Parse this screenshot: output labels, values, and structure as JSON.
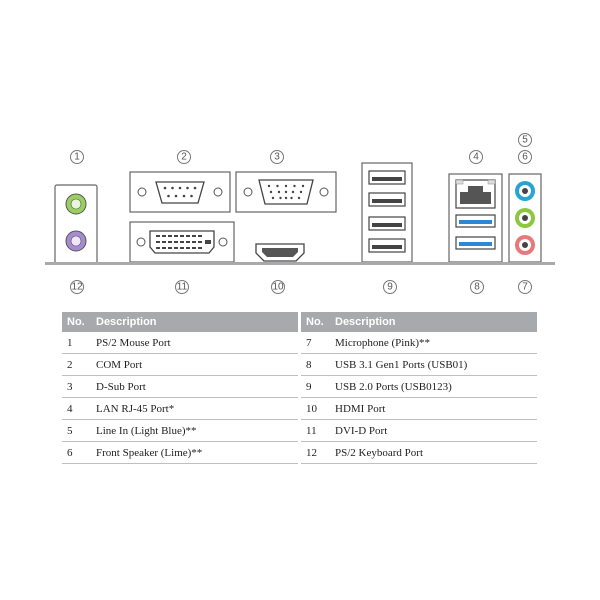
{
  "diagram": {
    "callouts_top": [
      "1",
      "2",
      "3",
      "4",
      "5",
      "6"
    ],
    "callouts_bottom": [
      "12",
      "11",
      "10",
      "9",
      "8",
      "7"
    ],
    "colors": {
      "panel_line": "#a7a9ac",
      "audio_line_in": "#29a3d6",
      "audio_speaker": "#8dc63f",
      "audio_mic": "#e7797a",
      "ps2_mouse": "#9bcf5f",
      "ps2_keyboard": "#a68bd0",
      "usb31": "#2e86d6"
    }
  },
  "table": {
    "headers": {
      "no": "No.",
      "description": "Description"
    },
    "left": [
      {
        "no": "1",
        "desc": "PS/2 Mouse Port"
      },
      {
        "no": "2",
        "desc": "COM Port"
      },
      {
        "no": "3",
        "desc": "D-Sub Port"
      },
      {
        "no": "4",
        "desc": "LAN RJ-45 Port*"
      },
      {
        "no": "5",
        "desc": "Line In (Light Blue)**"
      },
      {
        "no": "6",
        "desc": "Front Speaker (Lime)**"
      }
    ],
    "right": [
      {
        "no": "7",
        "desc": "Microphone (Pink)**"
      },
      {
        "no": "8",
        "desc": "USB 3.1 Gen1 Ports (USB01)"
      },
      {
        "no": "9",
        "desc": "USB 2.0 Ports (USB0123)"
      },
      {
        "no": "10",
        "desc": "HDMI Port"
      },
      {
        "no": "11",
        "desc": "DVI-D Port"
      },
      {
        "no": "12",
        "desc": "PS/2 Keyboard Port"
      }
    ]
  }
}
